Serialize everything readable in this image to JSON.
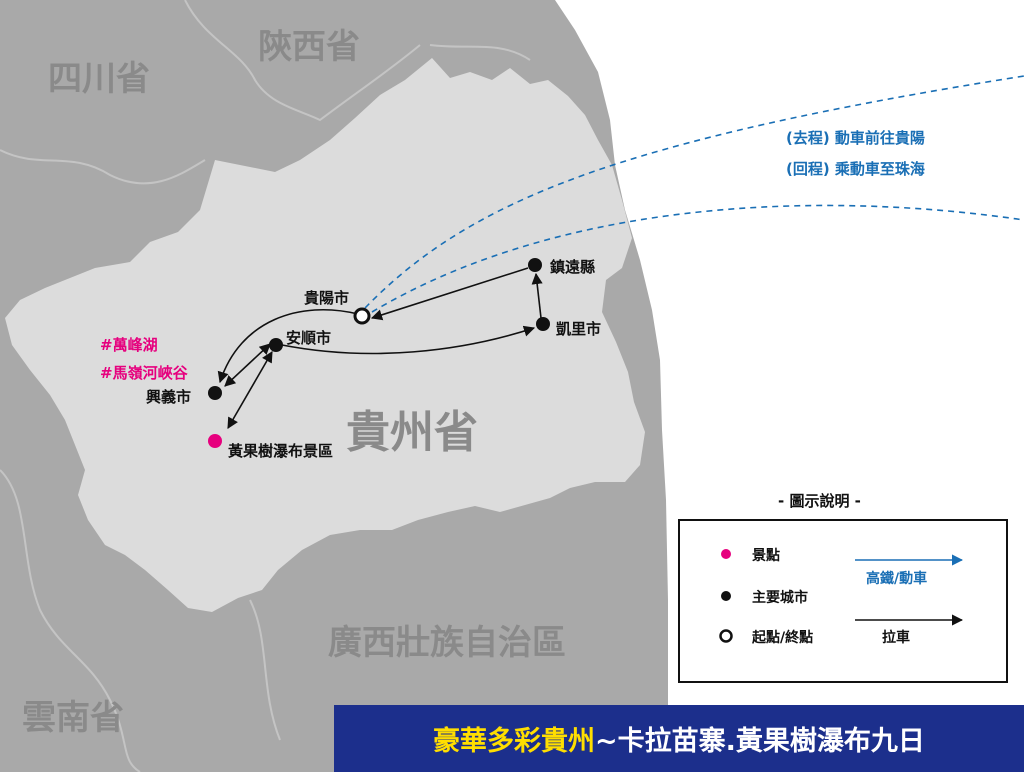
{
  "regions": {
    "sichuan": "四川省",
    "shaanxi": "陝西省",
    "guizhou": "貴州省",
    "guangxi": "廣西壯族自治區",
    "yunnan": "雲南省"
  },
  "cities": {
    "guiyang": "貴陽市",
    "anshun": "安順市",
    "xingyi": "興義市",
    "kaili": "凱里市",
    "zhenyuan": "鎮遠縣",
    "huangguoshu": "黃果樹瀑布景區"
  },
  "spots": {
    "wanfeng_lake": "#萬峰湖",
    "malinghe_canyon": "#馬嶺河峽谷"
  },
  "rail_note": {
    "line1": "(去程) 動車前往貴陽",
    "line2": "(回程) 乘動車至珠海"
  },
  "legend": {
    "title": "- 圖示說明 -",
    "scenic_spot": "景點",
    "major_city": "主要城市",
    "start_end": "起點/終點",
    "high_speed_rail": "高鐵/動車",
    "coach": "拉車"
  },
  "title": {
    "highlight": "豪華多彩貴州",
    "rest": "~卡拉苗寨.黃果樹瀑布九日"
  },
  "colors": {
    "province_bg": "#a9a9a9",
    "guizhou_fill": "#dcdcdc",
    "spot": "#e6007e",
    "rail": "#1a6fb5",
    "title_bg": "#1c2f8c",
    "title_highlight": "#ffde00"
  }
}
